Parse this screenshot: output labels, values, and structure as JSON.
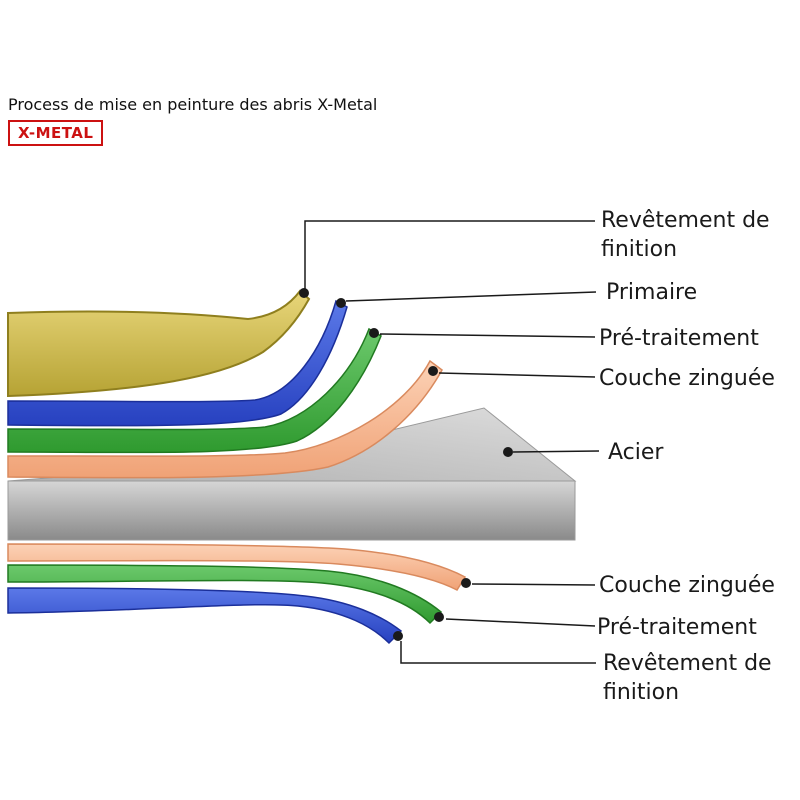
{
  "page": {
    "title": "Process de mise en peinture des abris X-Metal",
    "logo_text": "X-METAL"
  },
  "colors": {
    "logo_red": "#cc1111",
    "label_text": "#1a1a1a",
    "leader": "#1a1a1a",
    "finish_light": "#e8d67a",
    "finish_dark": "#b6a334",
    "finish_stroke": "#8f7f1e",
    "primer_light": "#5b79e8",
    "primer_dark": "#2741c0",
    "primer_stroke": "#1b2f9a",
    "pretreat_light": "#6cc96c",
    "pretreat_dark": "#2f9a2f",
    "pretreat_stroke": "#217a21",
    "zinc_light": "#fcd2b6",
    "zinc_dark": "#f0a276",
    "zinc_stroke": "#d98a5e",
    "steel_top_light": "#dcdcdc",
    "steel_top_dark": "#b0b0b0",
    "steel_front_light": "#d6d6d6",
    "steel_front_dark": "#8a8a8a",
    "steel_stroke": "#9a9a9a"
  },
  "diagram": {
    "labels": [
      {
        "id": "finish-top",
        "text": "Revêtement de finition"
      },
      {
        "id": "primer",
        "text": "Primaire"
      },
      {
        "id": "pretreat-top",
        "text": "Pré-traitement"
      },
      {
        "id": "zinc-top",
        "text": "Couche zinguée"
      },
      {
        "id": "steel",
        "text": "Acier"
      },
      {
        "id": "zinc-bottom",
        "text": "Couche zinguée"
      },
      {
        "id": "pretreat-bottom",
        "text": "Pré-traitement"
      },
      {
        "id": "finish-bottom",
        "text": "Revêtement de finition"
      }
    ]
  }
}
